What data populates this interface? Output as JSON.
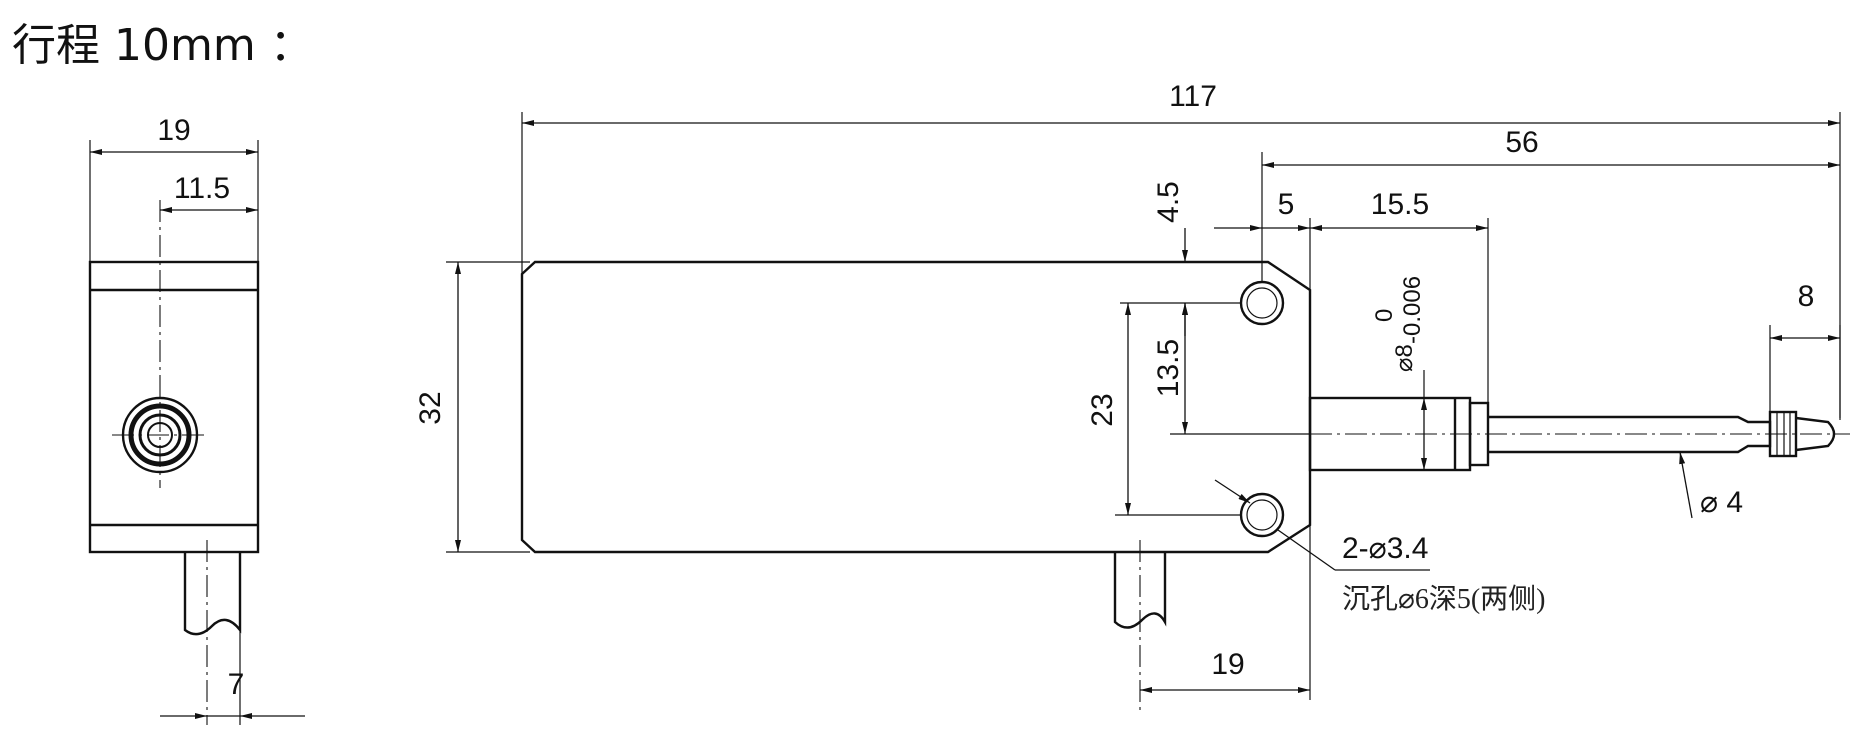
{
  "title": "行程 10mm ：",
  "side_view": {
    "width": "19",
    "offset": "11.5",
    "cable_width": "7"
  },
  "front_view": {
    "total_length": "117",
    "rod_length": "56",
    "spacing_5": "5",
    "body_15_5": "15.5",
    "offset_4_5": "4.5",
    "height": "32",
    "hole_spacing": "23",
    "axis_offset": "13.5",
    "tip": "8",
    "cable_offset": "19",
    "diameter_8": "⌀8",
    "tol_upper": "0",
    "tol_lower": "-0.006",
    "rod_diameter": "⌀ 4",
    "holes": "2-⌀3.4",
    "counterbore": "沉孔⌀6深5(两侧)"
  }
}
